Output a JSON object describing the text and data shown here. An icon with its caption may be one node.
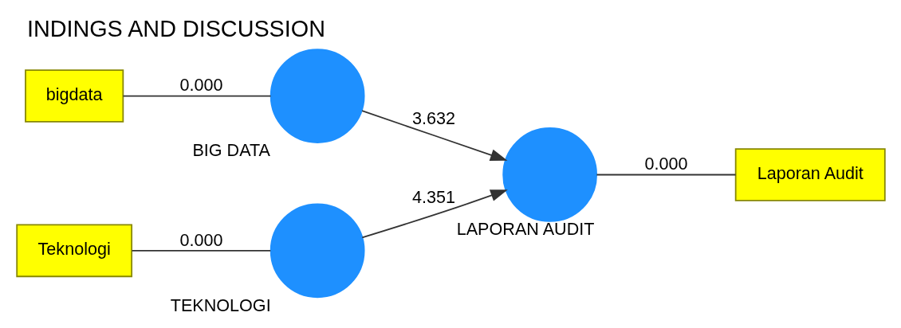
{
  "diagram": {
    "title": "INDINGS AND DISCUSSION",
    "nodes": [
      {
        "text": [
          "bigdata"
        ]
      },
      {
        "text": [],
        "shape": "circle",
        "beside": [
          "BIG DATA"
        ]
      },
      {
        "text": [],
        "shape": "circle",
        "beside": [
          "LAPORAN AUDIT"
        ]
      },
      {
        "text": [
          "Laporan Audit"
        ]
      },
      {
        "text": [
          "Teknologi"
        ]
      },
      {
        "text": [],
        "shape": "circle",
        "beside": [
          "TEKNOLOGI"
        ]
      }
    ],
    "edges": [
      {
        "from": 0,
        "to": 1,
        "arrow": "none",
        "label": "0.000"
      },
      {
        "from": 1,
        "to": 2,
        "arrow": "to",
        "label": "3.632"
      },
      {
        "from": 4,
        "to": 5,
        "arrow": "none",
        "label": "0.000"
      },
      {
        "from": 5,
        "to": 2,
        "arrow": "to",
        "label": "4.351"
      },
      {
        "from": 2,
        "to": 3,
        "arrow": "none",
        "label": "0.000"
      }
    ]
  }
}
